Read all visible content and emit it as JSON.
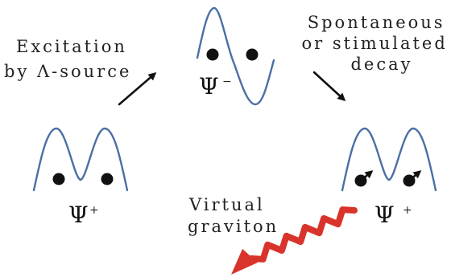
{
  "labels": {
    "excitation": [
      "Excitation",
      "by Λ-source"
    ],
    "decay": [
      "Spontaneous",
      "or stimulated",
      "decay"
    ],
    "graviton": [
      "Virtual",
      "graviton"
    ]
  },
  "states": {
    "ground_left": {
      "symbol": "Ψ",
      "sup": "+"
    },
    "excited": {
      "symbol": "Ψ",
      "sup": "−"
    },
    "ground_right": {
      "symbol": "Ψ",
      "sup": "+"
    }
  },
  "colors": {
    "wavefunction": "#4a6fa5",
    "particle": "#111111",
    "graviton_arrow": "#d9342b",
    "arrow": "#111111"
  }
}
